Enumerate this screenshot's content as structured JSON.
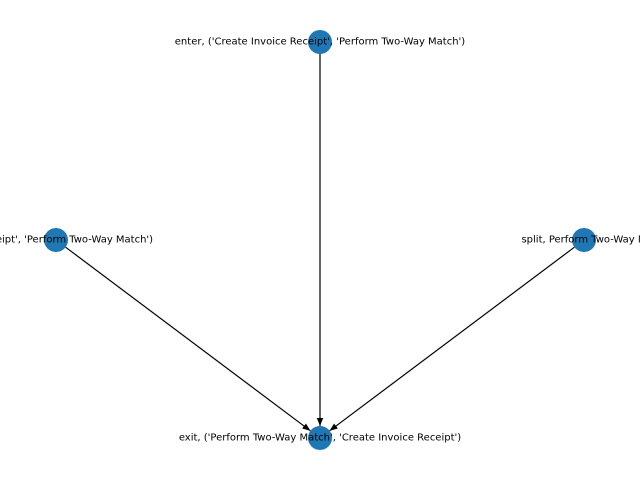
{
  "graph": {
    "node_color": "#1f77b4",
    "edge_color": "#000000",
    "nodes": [
      {
        "id": "enter",
        "label": "enter, ('Create Invoice Receipt', 'Perform Two-Way Match')"
      },
      {
        "id": "left",
        "label": "(ce Receipt', 'Perform Two-Way Match')"
      },
      {
        "id": "split",
        "label": "split, Perform Two-Way M"
      },
      {
        "id": "exit",
        "label": "exit, ('Perform Two-Way Match', 'Create Invoice Receipt')"
      }
    ],
    "edges": [
      {
        "from": "enter",
        "to": "exit"
      },
      {
        "from": "left",
        "to": "exit"
      },
      {
        "from": "split",
        "to": "exit"
      }
    ]
  }
}
